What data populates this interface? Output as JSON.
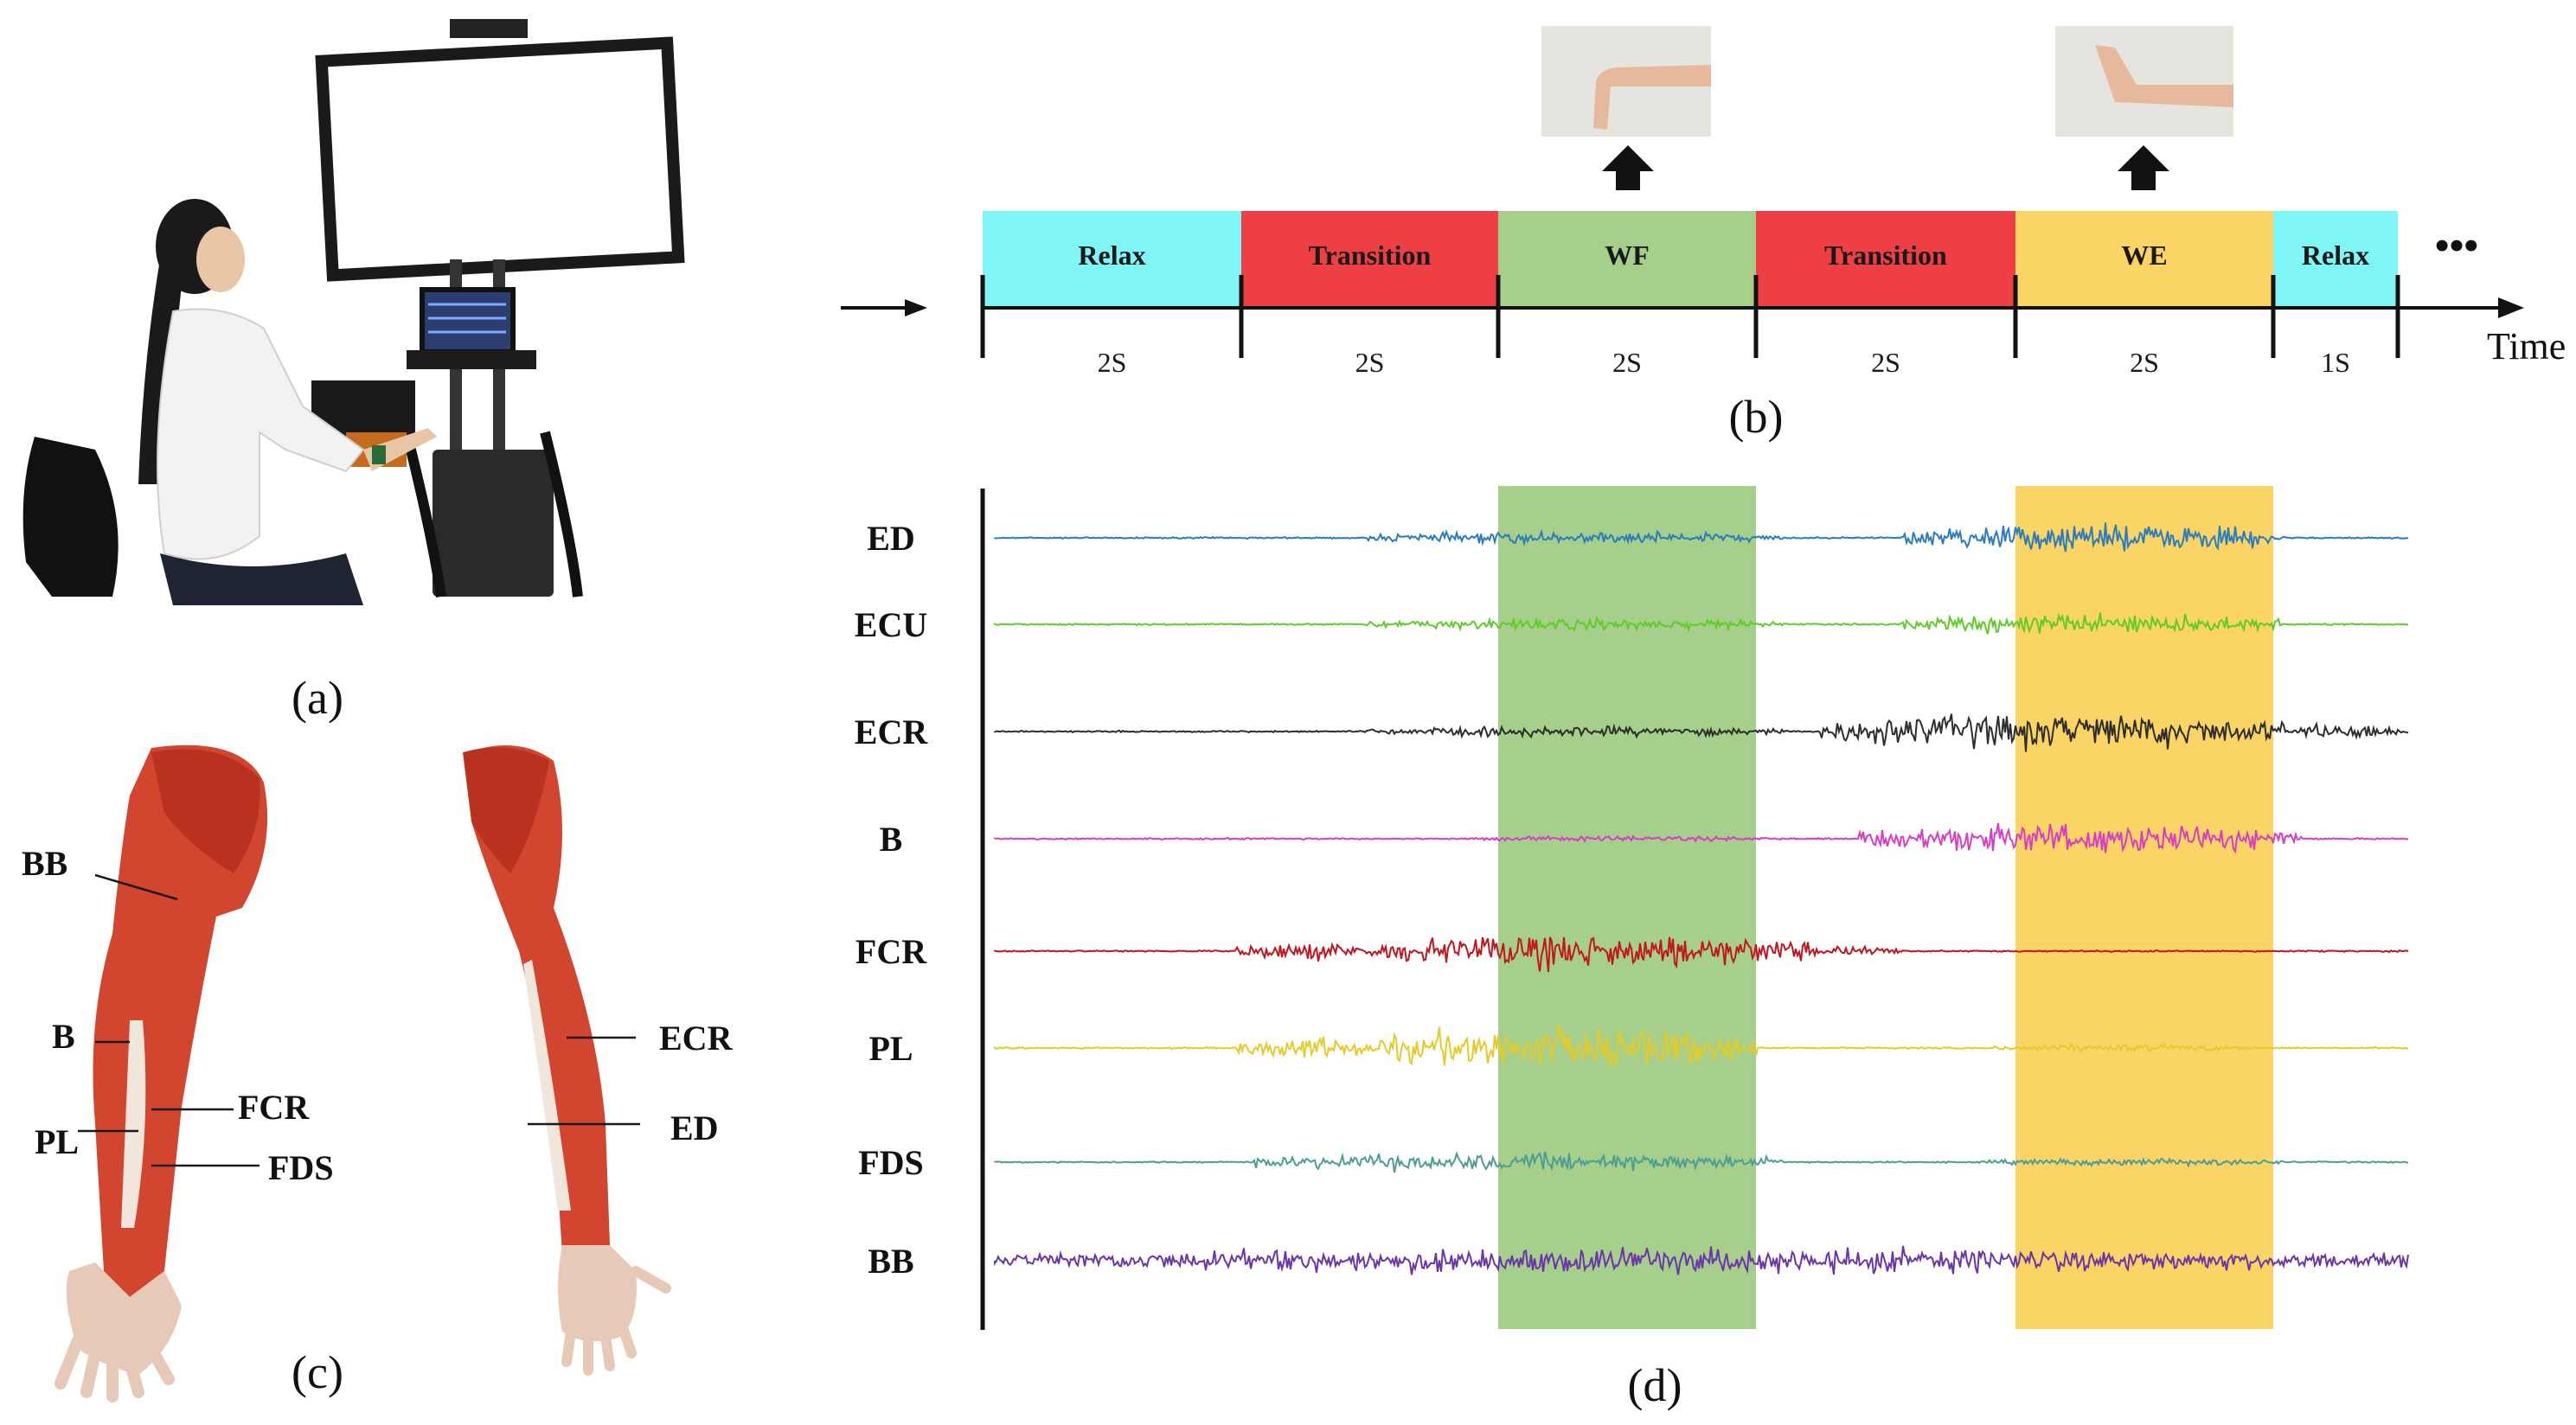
{
  "panels": {
    "a_caption": "(a)",
    "b_caption": "(b)",
    "c_caption": "(c)",
    "d_caption": "(d)"
  },
  "timeline": {
    "segments": [
      {
        "label": "Relax",
        "duration": "2S",
        "color": "#7ff5f5"
      },
      {
        "label": "Transition",
        "duration": "2S",
        "color": "#ee3f44"
      },
      {
        "label": "WF",
        "duration": "2S",
        "color": "#a6cf8c"
      },
      {
        "label": "Transition",
        "duration": "2S",
        "color": "#ee3f44"
      },
      {
        "label": "WE",
        "duration": "2S",
        "color": "#fbd466"
      },
      {
        "label": "Relax",
        "duration": "1S",
        "color": "#7ff5f5"
      }
    ],
    "axis_label": "Time",
    "ellipsis": "•••"
  },
  "anatomy": {
    "left_labels": [
      "BB",
      "B",
      "FCR",
      "PL",
      "FDS"
    ],
    "right_labels": [
      "ECR",
      "ED"
    ]
  },
  "emg": {
    "channels": [
      {
        "name": "ED",
        "color": "#2b7bbd"
      },
      {
        "name": "ECU",
        "color": "#5fcc2a"
      },
      {
        "name": "ECR",
        "color": "#2d2d2d"
      },
      {
        "name": "B",
        "color": "#d63ec4"
      },
      {
        "name": "FCR",
        "color": "#c0161e"
      },
      {
        "name": "PL",
        "color": "#e3cc2a"
      },
      {
        "name": "FDS",
        "color": "#4e9d94"
      },
      {
        "name": "BB",
        "color": "#6a35a8"
      }
    ],
    "highlight_colors": {
      "wf": "#a6cf8c",
      "we": "#fbd466"
    }
  }
}
